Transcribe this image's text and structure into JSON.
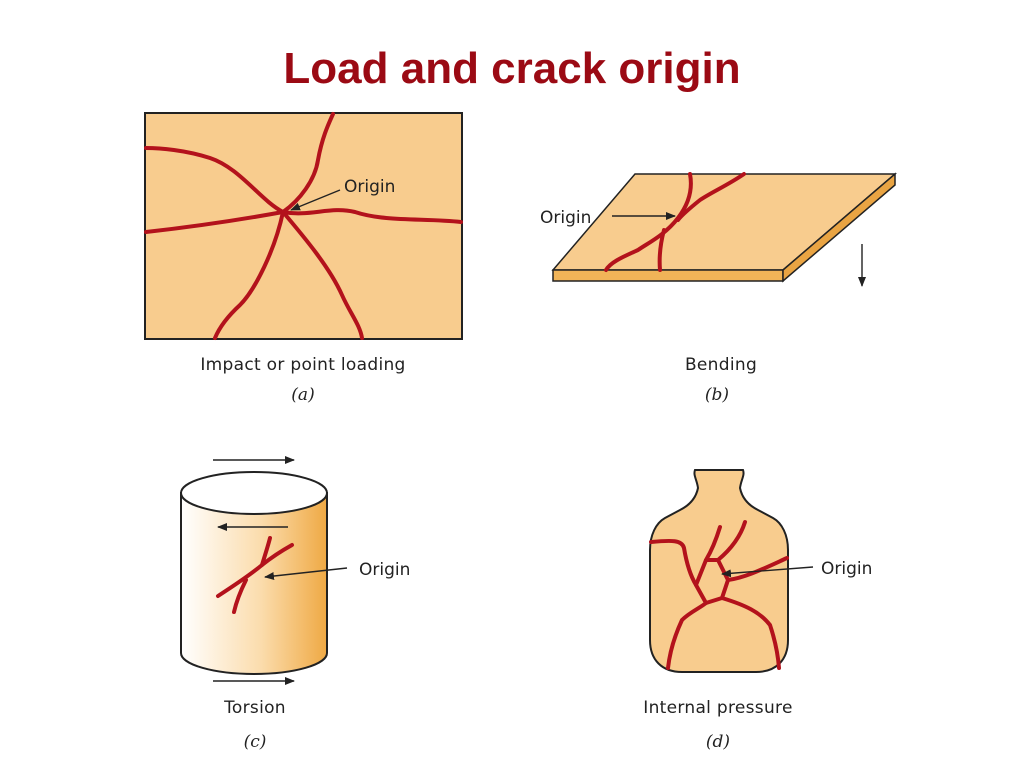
{
  "title": "Load and crack origin",
  "colors": {
    "title": "#9b0a14",
    "crack": "#b3121c",
    "specimen": "#f8cc8e"
  },
  "panels": {
    "a": {
      "caption": "Impact or point loading",
      "sub": "(a)",
      "origin": "Origin"
    },
    "b": {
      "caption": "Bending",
      "sub": "(b)",
      "origin": "Origin"
    },
    "c": {
      "caption": "Torsion",
      "sub": "(c)",
      "origin": "Origin"
    },
    "d": {
      "caption": "Internal pressure",
      "sub": "(d)",
      "origin": "Origin"
    }
  }
}
